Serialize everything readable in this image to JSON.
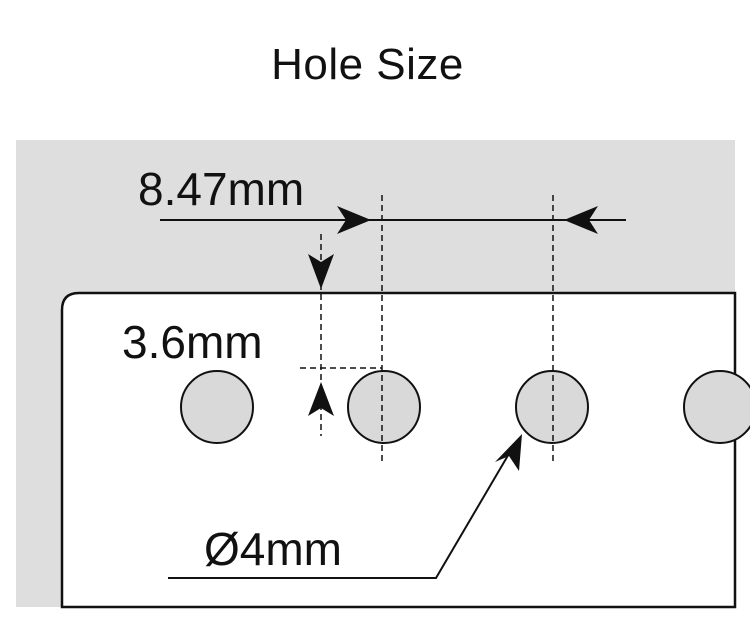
{
  "title": "Hole Size",
  "dimensions": {
    "hole_pitch": "8.47mm",
    "edge_offset": "3.6mm",
    "hole_diameter": "Ø4mm"
  },
  "colors": {
    "frame": "#dedede",
    "sheet": "#ffffff",
    "hole": "#d9d9d9",
    "line": "#111111"
  }
}
